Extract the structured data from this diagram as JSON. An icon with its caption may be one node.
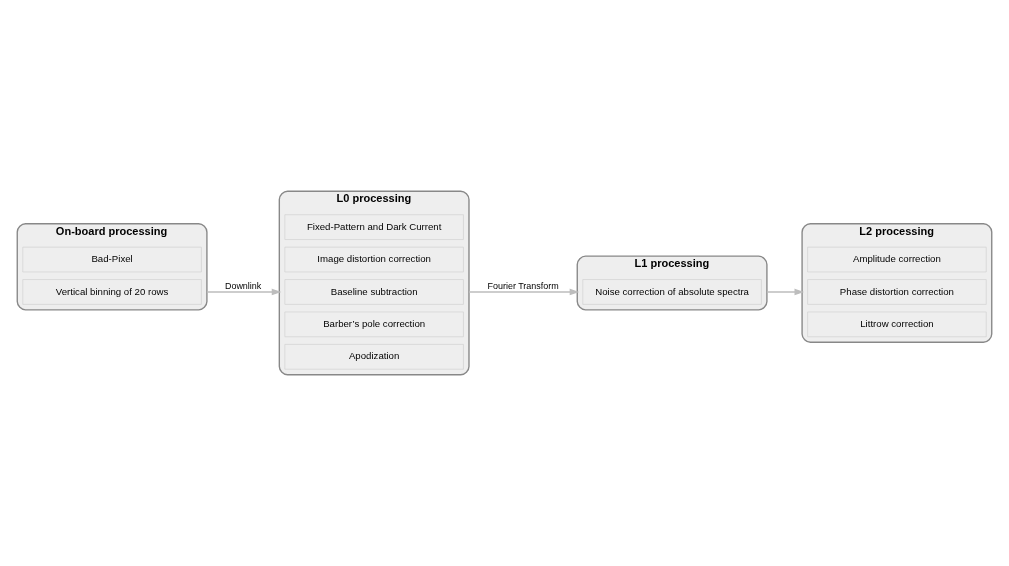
{
  "diagram": {
    "nodes": [
      {
        "text": [
          "On-board processing"
        ]
      },
      {
        "text": [
          "Bad-Pixel"
        ],
        "in": 0
      },
      {
        "text": [
          "Vertical binning of 20 rows"
        ],
        "in": 0
      },
      {
        "text": [
          "L0 processing"
        ]
      },
      {
        "text": [
          "Fixed-Pattern and Dark Current"
        ],
        "in": 3
      },
      {
        "text": [
          "Image distortion correction"
        ],
        "in": 3
      },
      {
        "text": [
          "Baseline subtraction"
        ],
        "in": 3
      },
      {
        "text": [
          "Barber’s pole correction"
        ],
        "in": 3
      },
      {
        "text": [
          "Apodization"
        ],
        "in": 3
      },
      {
        "text": [
          "L1 processing"
        ]
      },
      {
        "text": [
          "Noise correction of absolute spectra"
        ],
        "in": 9
      },
      {
        "text": [
          "L2 processing"
        ]
      },
      {
        "text": [
          "Amplitude correction"
        ],
        "in": 11
      },
      {
        "text": [
          "Phase distortion correction"
        ],
        "in": 11
      },
      {
        "text": [
          "Littrow correction"
        ],
        "in": 11
      }
    ],
    "edges": [
      {
        "from": 0,
        "to": 3,
        "arrow": "to",
        "label": "Downlink"
      },
      {
        "from": 3,
        "to": 9,
        "arrow": "to",
        "label": "Fourier Transform"
      },
      {
        "from": 9,
        "to": 11,
        "arrow": "to"
      }
    ]
  }
}
